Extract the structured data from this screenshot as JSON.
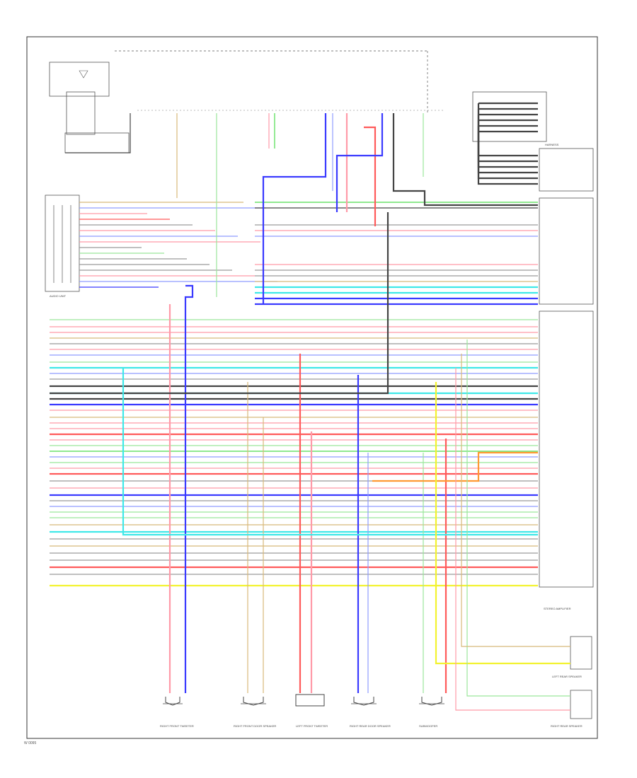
{
  "corner_code": "W 0095",
  "connector_labels": {
    "left_connector": "AUDIO UNIT",
    "right_harness": "HARNESS",
    "lower_right_box": "STEREO AMPLIFIER"
  },
  "speaker_labels": [
    "RIGHT FRONT TWEETER",
    "RIGHT FRONT DOOR SPEAKER",
    "LEFT FRONT TWEETER",
    "RIGHT REAR DOOR SPEAKER",
    "SUBWOOFER"
  ],
  "right_module_label": "LEFT REAR SPEAKER",
  "bottom_right_label": "RIGHT REAR SPEAKER",
  "colors": {
    "red": "#ff5a5a",
    "pink": "#ff9aa8",
    "blue": "#3a3aff",
    "lightblue": "#8f9cff",
    "green": "#4ddc4d",
    "lightgreen": "#9be79b",
    "cyan": "#3fe8e8",
    "yellow": "#f2f230",
    "orange": "#ff9933",
    "tan": "#d8b97a",
    "gray": "#9a9a9a",
    "darkgray": "#444444",
    "black": "#111111"
  }
}
